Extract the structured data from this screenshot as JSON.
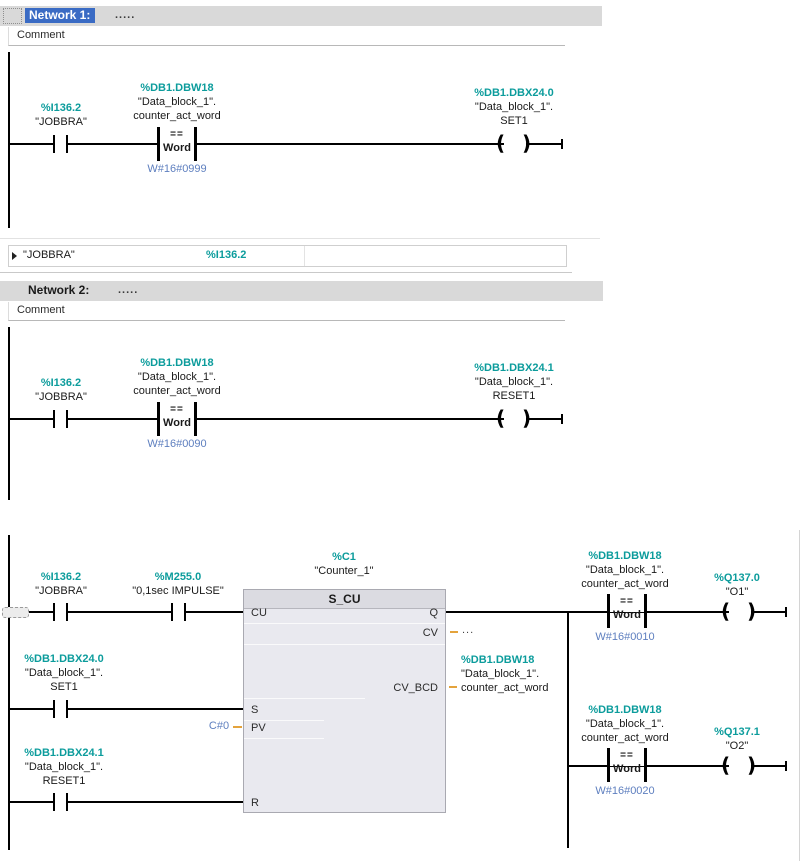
{
  "colors": {
    "operand_teal": "#0C9C9C",
    "constant_blue": "#5E7FBF",
    "selection_blue": "#3A6BC4",
    "network_bar_gray": "#D9D9D9",
    "block_body": "#E9E9EF",
    "block_header": "#DBDBE1",
    "connector_orange": "#E4A33C"
  },
  "network1": {
    "title": "Network 1:",
    "dots": ".....",
    "comment": "Comment",
    "contact": {
      "address": "%I136.2",
      "name": "\"JOBBRA\""
    },
    "compare": {
      "address": "%DB1.DBW18",
      "name1": "\"Data_block_1\".",
      "name2": "counter_act_word",
      "op": "==",
      "datatype": "Word",
      "value": "W#16#0999"
    },
    "coil": {
      "address": "%DB1.DBX24.0",
      "name1": "\"Data_block_1\".",
      "name2": "SET1"
    },
    "tag_row": {
      "name": "\"JOBBRA\"",
      "address": "%I136.2"
    }
  },
  "network2": {
    "title": "Network 2:",
    "dots": ".....",
    "comment": "Comment",
    "contact": {
      "address": "%I136.2",
      "name": "\"JOBBRA\""
    },
    "compare": {
      "address": "%DB1.DBW18",
      "name1": "\"Data_block_1\".",
      "name2": "counter_act_word",
      "op": "==",
      "datatype": "Word",
      "value": "W#16#0090"
    },
    "coil": {
      "address": "%DB1.DBX24.1",
      "name1": "\"Data_block_1\".",
      "name2": "RESET1"
    }
  },
  "network3": {
    "contact1": {
      "address": "%I136.2",
      "name": "\"JOBBRA\""
    },
    "contact2": {
      "address": "%M255.0",
      "name": "\"0,1sec IMPULSE\""
    },
    "counter_block": {
      "address": "%C1",
      "name": "\"Counter_1\"",
      "type": "S_CU",
      "pin_cu": "CU",
      "pin_s": "S",
      "pin_pv": "PV",
      "pin_r": "R",
      "pin_q": "Q",
      "pin_cv": "CV",
      "pin_cv_bcd": "CV_BCD",
      "pv_value": "C#0",
      "cv_value": "..."
    },
    "cv_bcd_operand": {
      "address": "%DB1.DBW18",
      "name1": "\"Data_block_1\".",
      "name2": "counter_act_word"
    },
    "s_contact": {
      "address": "%DB1.DBX24.0",
      "name1": "\"Data_block_1\".",
      "name2": "SET1"
    },
    "r_contact": {
      "address": "%DB1.DBX24.1",
      "name1": "\"Data_block_1\".",
      "name2": "RESET1"
    },
    "branch1": {
      "compare": {
        "address": "%DB1.DBW18",
        "name1": "\"Data_block_1\".",
        "name2": "counter_act_word",
        "op": "==",
        "datatype": "Word",
        "value": "W#16#0010"
      },
      "coil": {
        "address": "%Q137.0",
        "name": "\"O1\""
      }
    },
    "branch2": {
      "compare": {
        "address": "%DB1.DBW18",
        "name1": "\"Data_block_1\".",
        "name2": "counter_act_word",
        "op": "==",
        "datatype": "Word",
        "value": "W#16#0020"
      },
      "coil": {
        "address": "%Q137.1",
        "name": "\"O2\""
      }
    }
  }
}
